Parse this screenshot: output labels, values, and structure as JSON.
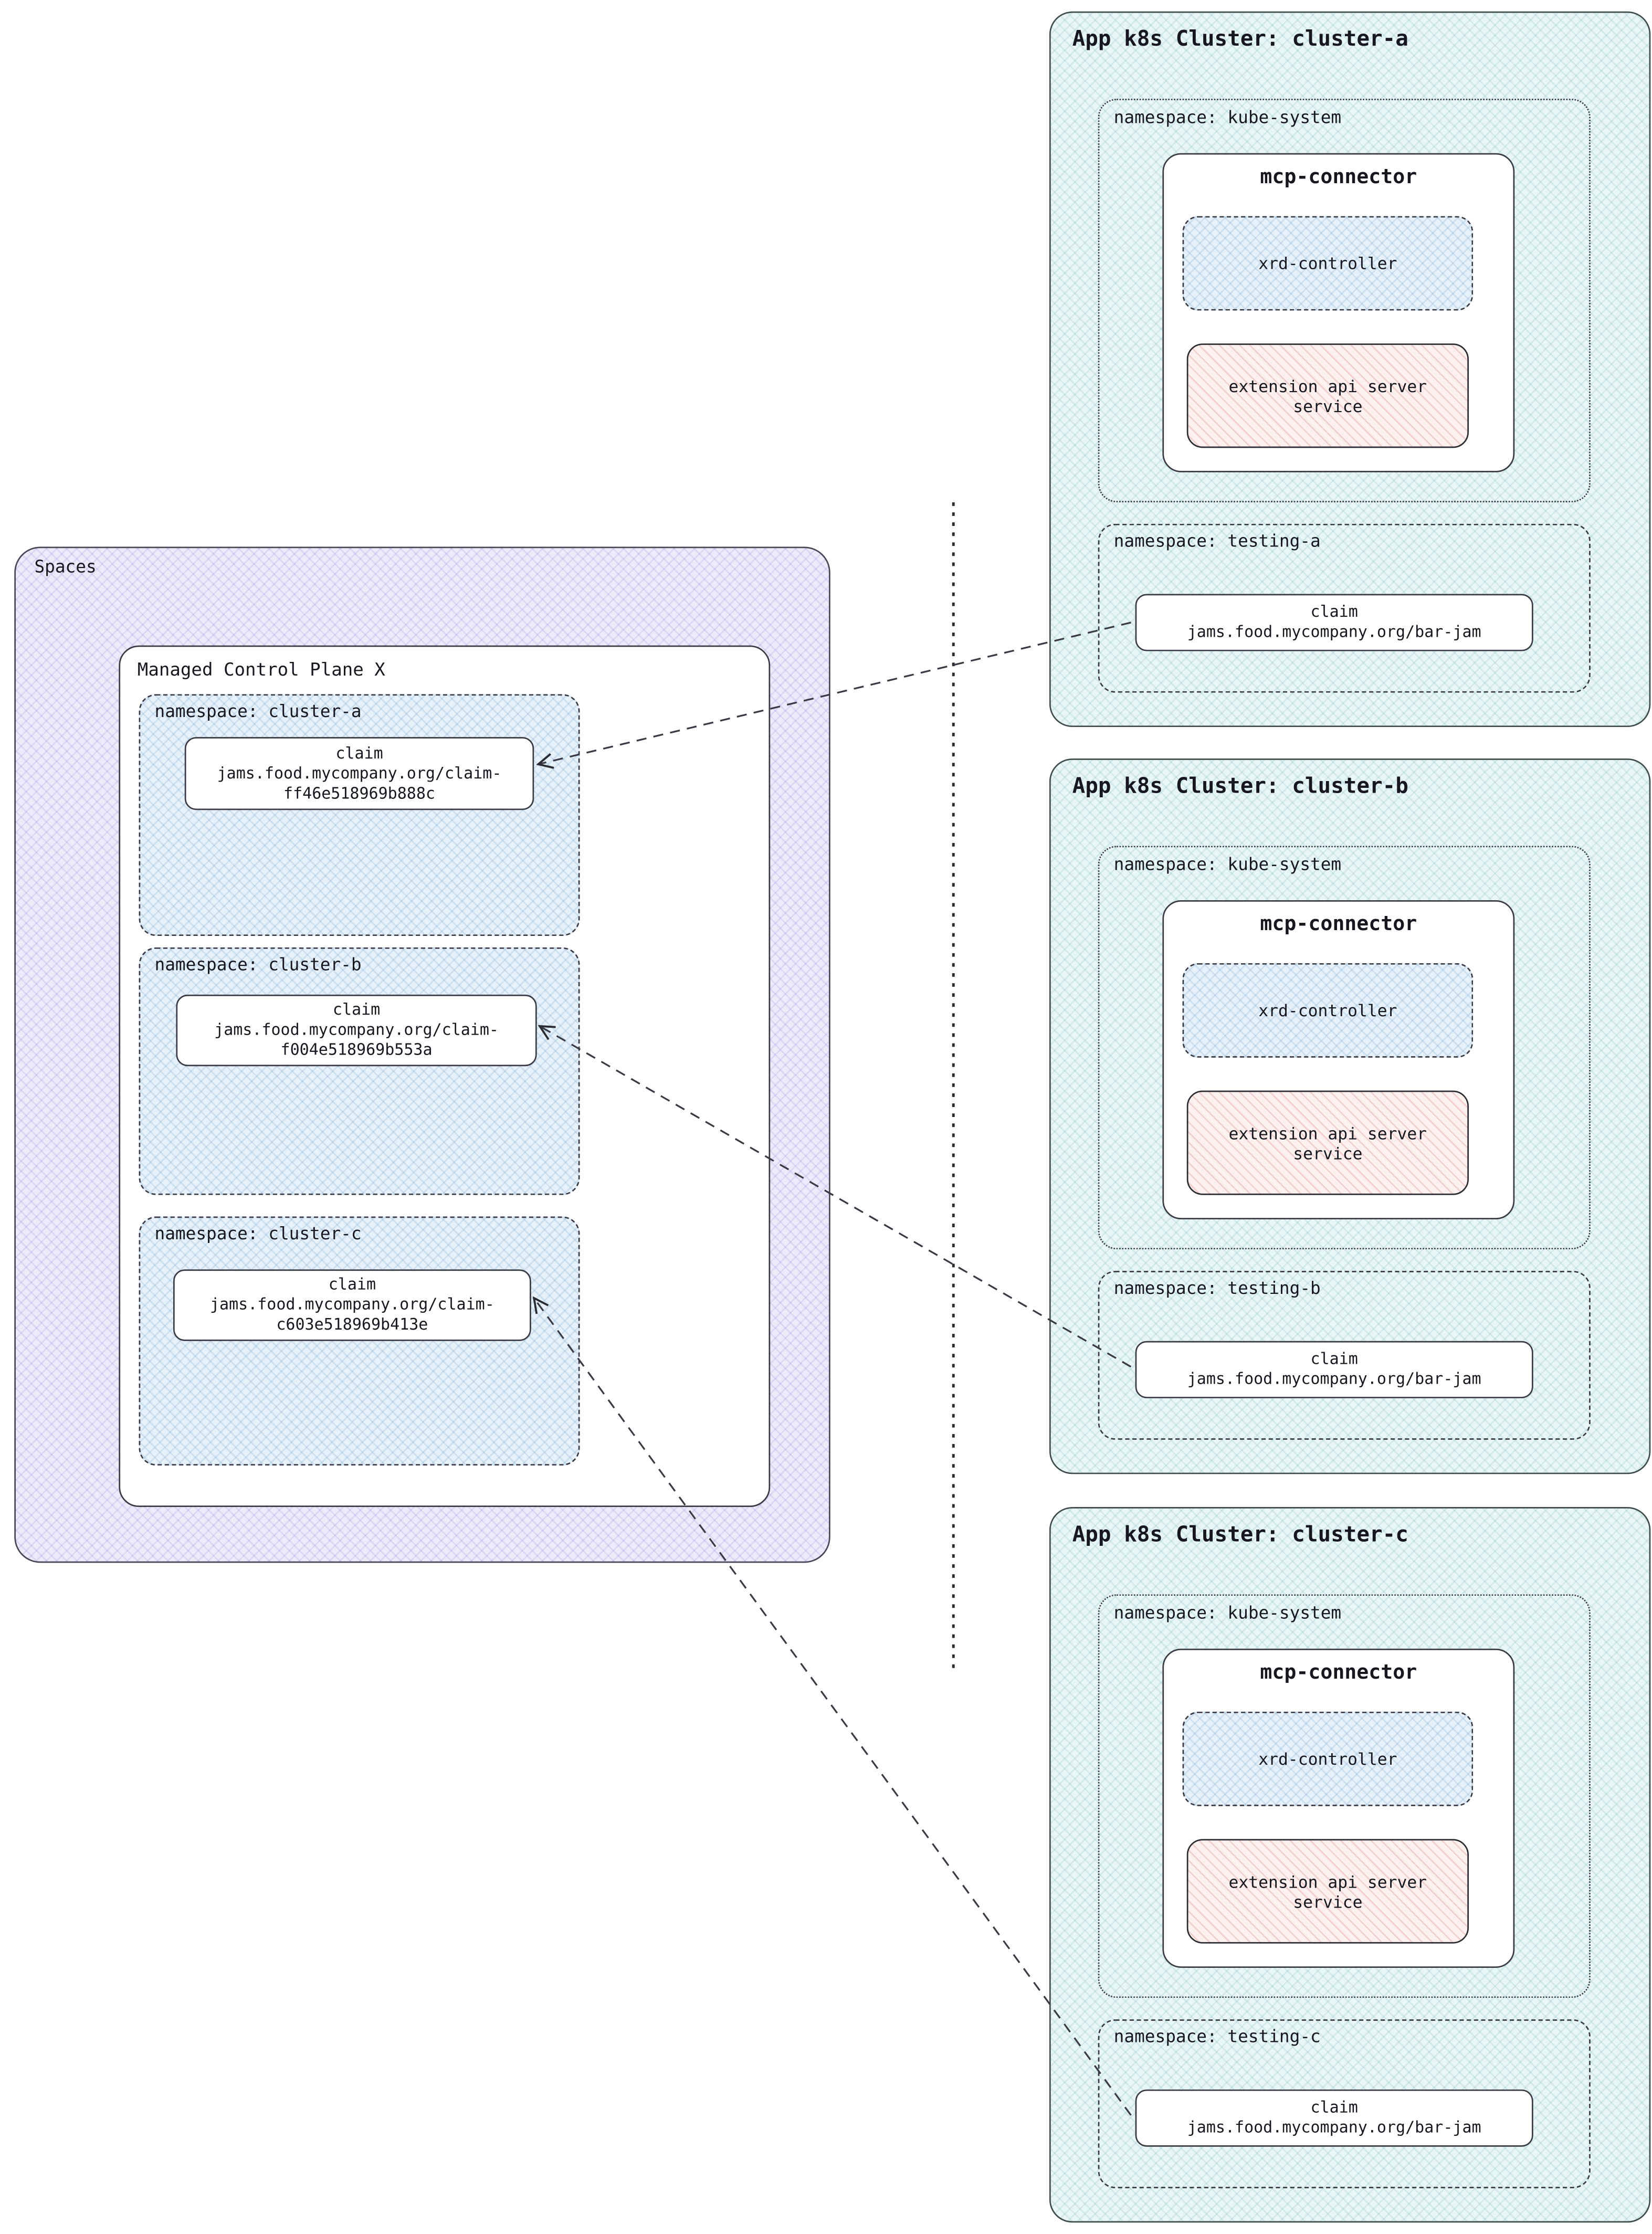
{
  "diagram": {
    "spaces": {
      "label": "Spaces",
      "control_plane": {
        "title": "Managed Control Plane X",
        "namespaces": [
          {
            "label": "namespace: cluster-a",
            "claim_title": "claim",
            "claim_name": "jams.food.mycompany.org/claim-ff46e518969b888c"
          },
          {
            "label": "namespace: cluster-b",
            "claim_title": "claim",
            "claim_name": "jams.food.mycompany.org/claim-f004e518969b553a"
          },
          {
            "label": "namespace: cluster-c",
            "claim_title": "claim",
            "claim_name": "jams.food.mycompany.org/claim-c603e518969b413e"
          }
        ]
      }
    },
    "clusters": [
      {
        "title": "App k8s Cluster: cluster-a",
        "kube_system_label": "namespace: kube-system",
        "connector_title": "mcp-connector",
        "xrd_label": "xrd-controller",
        "ext_api_label": "extension api server service",
        "testing_label": "namespace: testing-a",
        "claim_title": "claim",
        "claim_name": "jams.food.mycompany.org/bar-jam"
      },
      {
        "title": "App k8s Cluster: cluster-b",
        "kube_system_label": "namespace: kube-system",
        "connector_title": "mcp-connector",
        "xrd_label": "xrd-controller",
        "ext_api_label": "extension api server service",
        "testing_label": "namespace: testing-b",
        "claim_title": "claim",
        "claim_name": "jams.food.mycompany.org/bar-jam"
      },
      {
        "title": "App k8s Cluster: cluster-c",
        "kube_system_label": "namespace: kube-system",
        "connector_title": "mcp-connector",
        "xrd_label": "xrd-controller",
        "ext_api_label": "extension api server service",
        "testing_label": "namespace: testing-c",
        "claim_title": "claim",
        "claim_name": "jams.food.mycompany.org/bar-jam"
      }
    ],
    "colors": {
      "spaces_fill": "#edebfa",
      "namespace_fill": "#e6f1fa",
      "cluster_fill": "#e9f6f6",
      "ext_api_fill": "#fcf1ee",
      "line": "#3a3a45"
    }
  }
}
